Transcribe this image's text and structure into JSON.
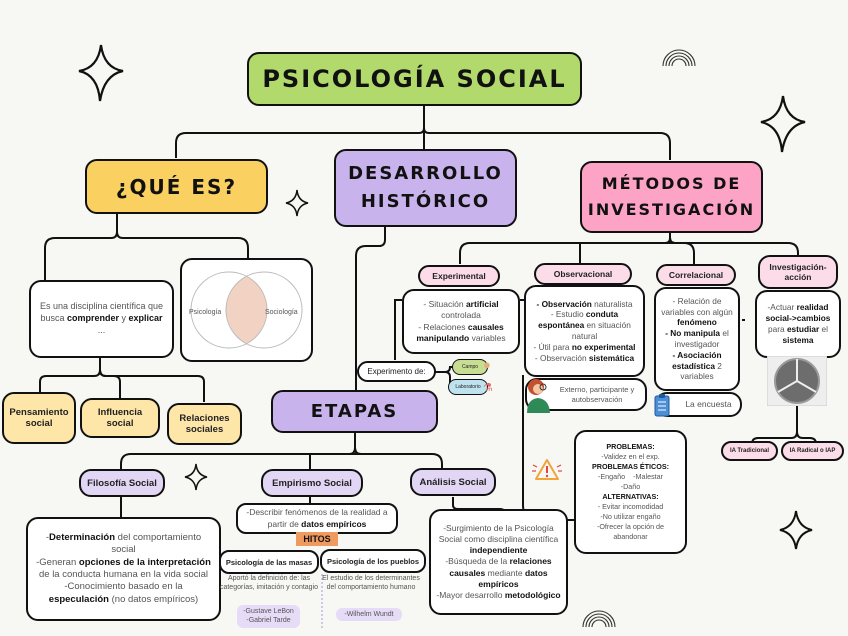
{
  "main_title": "PSICOLOGÍA SOCIAL",
  "branches": {
    "que_es": {
      "title": "¿QUÉ ES?",
      "definition_prefix": "Es una disciplina científica que busca ",
      "definition_bold1": "comprender",
      "definition_mid": " y ",
      "definition_bold2": "explicar",
      "definition_ellipsis": "...",
      "venn": {
        "left": "Psicología",
        "right": "Sociología"
      },
      "subtopics": [
        "Pensamiento social",
        "Influencia social",
        "Relaciones sociales"
      ]
    },
    "desarrollo": {
      "title_line1": "DESARROLLO",
      "title_line2": "HISTÓRICO",
      "etapas_title": "ETAPAS",
      "stages": {
        "filosofia": {
          "label": "Filosofía Social",
          "l1b": "Determinación",
          "l1": " del comportamiento social",
          "l2": "-Generan ",
          "l2b": "opciones de la interpretación",
          "l2c": " de la conducta humana en la vida social",
          "l3": "-Conocimiento basado en la ",
          "l3b": "especulación",
          "l3c": " (no datos empíricos)"
        },
        "empirismo": {
          "label": "Empirismo Social",
          "desc": "-Describir fenómenos de la realidad a partir de ",
          "desc_b": "datos empíricos",
          "hitos": "HITOS",
          "masas": {
            "label": "Psicología de las masas",
            "desc": "Aportó la definición de: las categorías, imitación y contagio",
            "names": [
              "-Gustave LeBon",
              "-Gabriel Tarde"
            ]
          },
          "pueblos": {
            "label": "Psicología de los pueblos",
            "desc": "El estudio de los determinantes del comportamiento humano",
            "names": [
              "-Wilhelm Wundt"
            ]
          }
        },
        "analisis": {
          "label": "Análisis Social",
          "l1": "-Surgimiento de la Psicología Social como disciplina científica ",
          "l1b": "independiente",
          "l2": "-Búsqueda de la ",
          "l2b": "relaciones causales",
          "l2c": " mediante ",
          "l2d": "datos empíricos",
          "l3": "-Mayor desarrollo ",
          "l3b": "metodológico"
        }
      }
    },
    "metodos": {
      "title_line1": "MÉTODOS DE",
      "title_line2": "INVESTIGACIÓN",
      "experimental": {
        "label": "Experimental",
        "l1": "- Situación ",
        "l1b": "artificial",
        "l1c": " controlada",
        "l2": "- Relaciones ",
        "l2b": "causales",
        "l2c": " ",
        "l2d": "manipulando",
        "l2e": " variables",
        "experimento_de": "Experimento de:",
        "types": [
          "Campo",
          "Laboratorio"
        ]
      },
      "observacional": {
        "label": "Observacional",
        "l1b": "- Observación",
        "l1": " naturalista",
        "l2": "- Estudio ",
        "l2b": "conduta espontánea",
        "l2c": " en situación natural",
        "l3": "- Útil para ",
        "l3b": "no experimental",
        "l4": "- Observación ",
        "l4b": "sistemática",
        "types": "Externo, participante y autobservación"
      },
      "correlacional": {
        "label": "Correlacional",
        "l1": "- Relación de variables con algún ",
        "l1b": "fenómeno",
        "l2b": "- No manipula",
        "l2": " el investigador",
        "l3b": "- Asociación estadística",
        "l3": " 2 variables",
        "tool": "La encuesta"
      },
      "investigacion_accion": {
        "label": "Investigación-acción",
        "l1": "-Actuar ",
        "l1b": "realidad social->cambios",
        "l2": " para ",
        "l2b": "estudiar",
        "l3": " el ",
        "l3b": "sistema",
        "types": [
          "IA Tradicional",
          "IA Radical o IAP"
        ]
      },
      "problemas": {
        "h1": "PROBLEMAS:",
        "p1": "-Validez en el exp.",
        "h2": "PROBLEMAS ÉTICOS:",
        "p2a": "-Engaño",
        "p2b": "-Malestar",
        "p2c": "-Daño",
        "h3": "ALTERNATIVAS:",
        "a1": "- Evitar incomodidad",
        "a2": "-No utilizar engaño",
        "a3": "-Ofrecer la opción de abandonar"
      }
    }
  }
}
